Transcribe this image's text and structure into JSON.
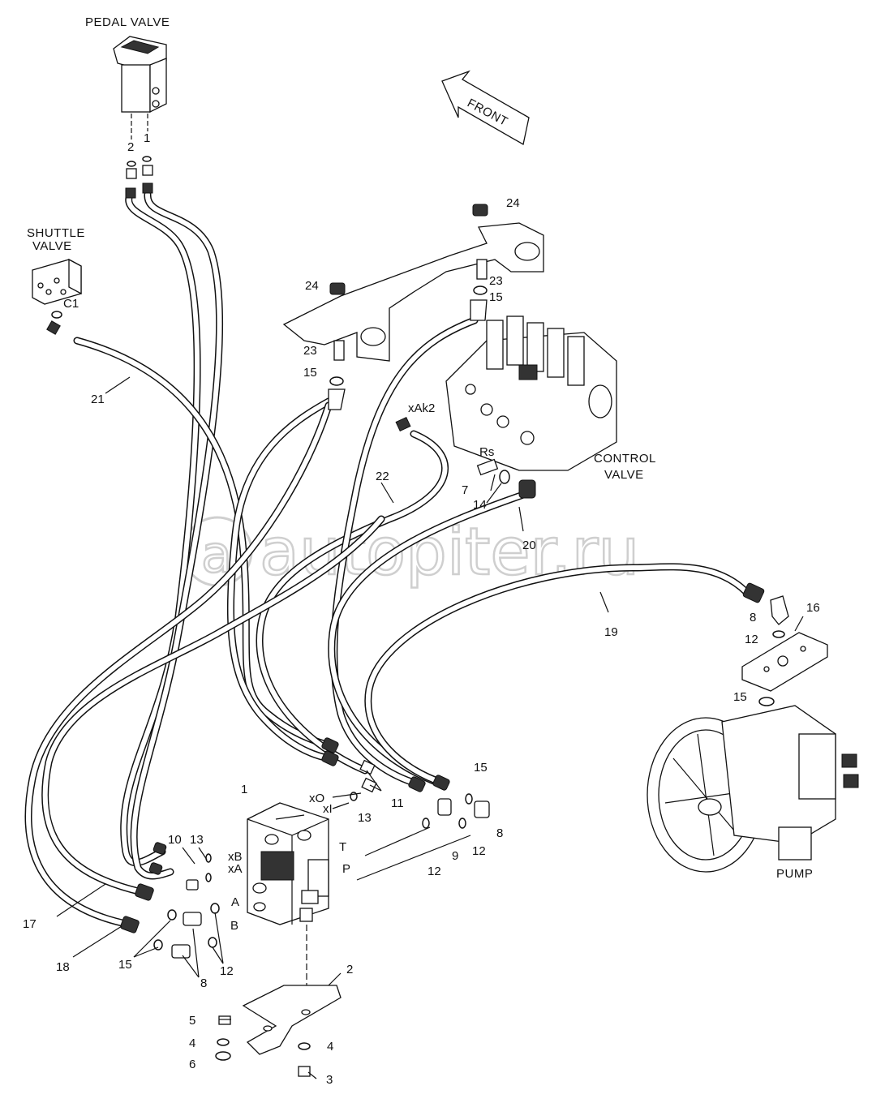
{
  "components": {
    "pedal_valve": "PEDAL VALVE",
    "shuttle_valve_line1": "SHUTTLE",
    "shuttle_valve_line2": "VALVE",
    "control_valve_line1": "CONTROL",
    "control_valve_line2": "VALVE",
    "pump": "PUMP",
    "front": "FRONT"
  },
  "ports": {
    "c1": "C1",
    "xak2": "xAk2",
    "rs": "Rs",
    "xo": "xO",
    "xi": "xI",
    "xb": "xB",
    "xa": "xA",
    "a": "A",
    "b": "B",
    "t": "T",
    "p": "P"
  },
  "callouts": {
    "n1_pedal": "1",
    "n2_pedal": "2",
    "n24_right": "24",
    "n23_right": "23",
    "n15_right": "15",
    "n24_left": "24",
    "n23_left": "23",
    "n15_left": "15",
    "n21": "21",
    "n22": "22",
    "n7": "7",
    "n14": "14",
    "n20": "20",
    "n19": "19",
    "n16": "16",
    "n8_pump": "8",
    "n12_pump": "12",
    "n15_pump": "15",
    "n1_block": "1",
    "n13_top": "13",
    "n11": "11",
    "n15_mid": "15",
    "n9": "9",
    "n12_mid": "12",
    "n12_mid2": "12",
    "n8_mid": "8",
    "n10": "10",
    "n13_left": "13",
    "n17": "17",
    "n18": "18",
    "n15_bot": "15",
    "n8_bot": "8",
    "n12_bot": "12",
    "n2_bracket": "2",
    "n5": "5",
    "n4_left": "4",
    "n6": "6",
    "n4_right": "4",
    "n3": "3"
  },
  "watermark": "autopiter.ru"
}
